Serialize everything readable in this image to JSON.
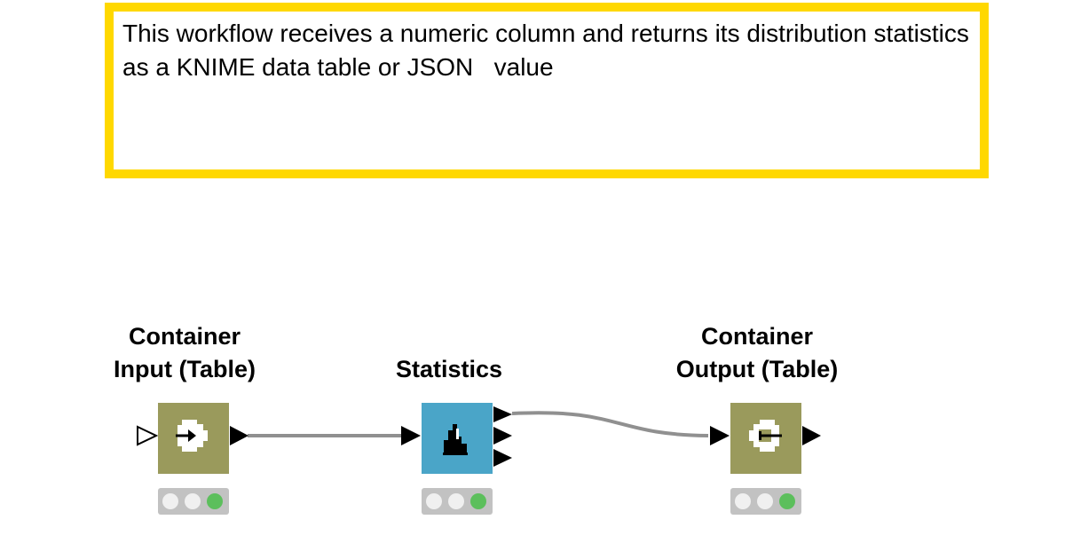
{
  "annotation": {
    "text": "This workflow receives a numeric column and returns its distribution statistics as a KNIME data table or JSON   value",
    "border_color": "#ffd800"
  },
  "nodes": [
    {
      "label": "Container\nInput (Table)",
      "icon": "container-input-icon",
      "color": "#9a9a5c",
      "status": "executed"
    },
    {
      "label": "Statistics",
      "icon": "statistics-icon",
      "color": "#4aa5c8",
      "status": "executed"
    },
    {
      "label": "Container\nOutput (Table)",
      "icon": "container-output-icon",
      "color": "#9a9a5c",
      "status": "executed"
    }
  ],
  "colors": {
    "connection": "#909090",
    "status_bar": "#c2c2c2",
    "status_light_off": "#f0f0f0",
    "status_light_green": "#5cbf5c"
  }
}
